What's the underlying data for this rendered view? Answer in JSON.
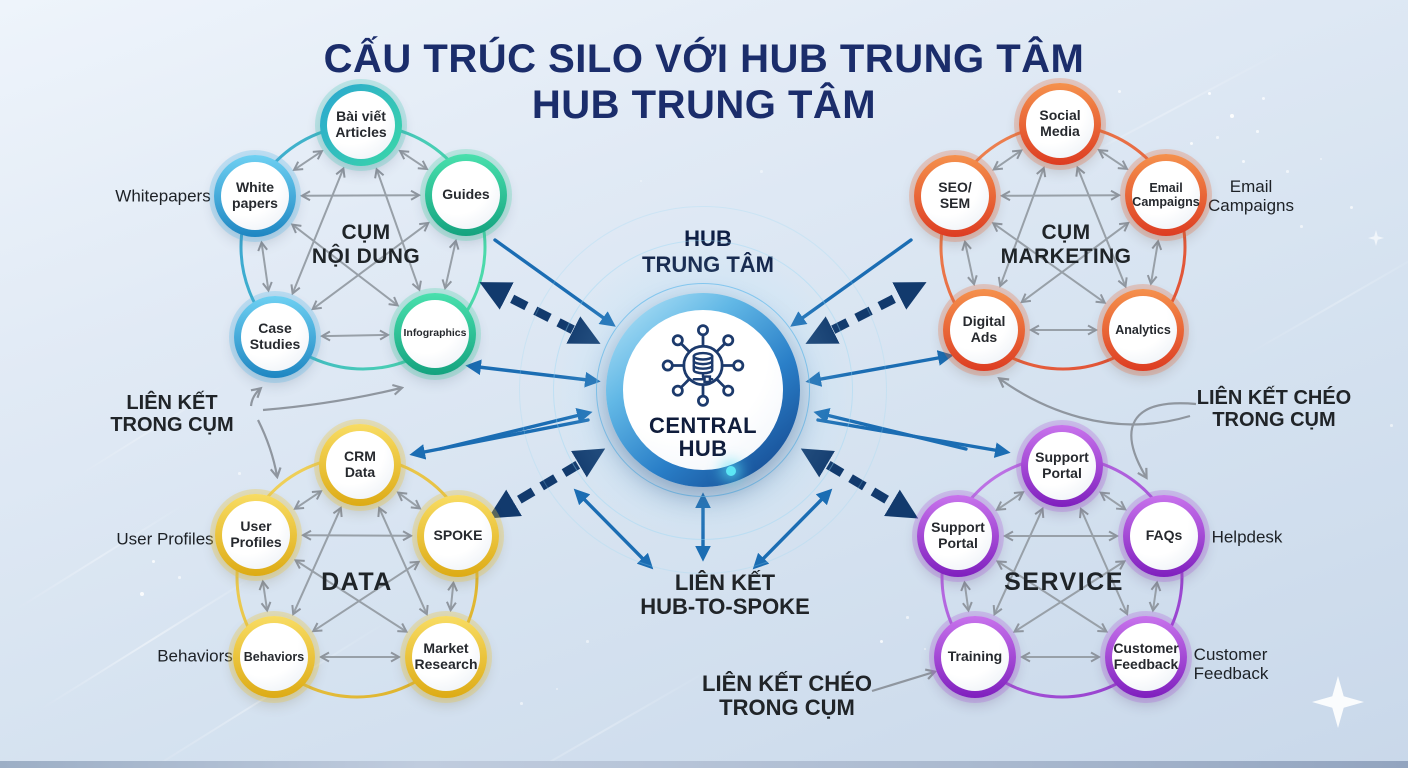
{
  "title": {
    "line1": "CẤU TRÚC SILO VỚI HUB TRUNG TÂM",
    "line2": "HUB TRUNG TÂM"
  },
  "hub": {
    "top_label_lines": [
      "HUB",
      "TRUNG TÂM"
    ],
    "center_label_lines": [
      "CENTRAL",
      "HUB"
    ],
    "icon": "hub-network-icon"
  },
  "clusters": [
    {
      "id": "content",
      "title_lines": [
        "CỤM",
        "NỘI DUNG"
      ],
      "accent": "#2fb3d6",
      "nodes": [
        {
          "lines": [
            "Bài viết",
            "Articles"
          ]
        },
        {
          "lines": [
            "Guides"
          ]
        },
        {
          "lines": [
            "Infographics"
          ]
        },
        {
          "lines": [
            "Case",
            "Studies"
          ]
        },
        {
          "lines": [
            "White",
            "papers"
          ]
        }
      ]
    },
    {
      "id": "marketing",
      "title_lines": [
        "CỤM",
        "MARKETING"
      ],
      "accent": "#e8542c",
      "nodes": [
        {
          "lines": [
            "Social",
            "Media"
          ]
        },
        {
          "lines": [
            "Email",
            "Campaigns"
          ]
        },
        {
          "lines": [
            "Analytics"
          ]
        },
        {
          "lines": [
            "Digital",
            "Ads"
          ]
        },
        {
          "lines": [
            "SEO/",
            "SEM"
          ]
        }
      ]
    },
    {
      "id": "data",
      "title_lines": [
        "DATA"
      ],
      "accent": "#e9c236",
      "nodes": [
        {
          "lines": [
            "CRM",
            "Data"
          ]
        },
        {
          "lines": [
            "SPOKE"
          ]
        },
        {
          "lines": [
            "Market",
            "Research"
          ]
        },
        {
          "lines": [
            "Behaviors"
          ]
        },
        {
          "lines": [
            "User",
            "Profiles"
          ]
        }
      ]
    },
    {
      "id": "service",
      "title_lines": [
        "SERVICE"
      ],
      "accent": "#9c3fd0",
      "nodes": [
        {
          "lines": [
            "Support",
            "Portal"
          ]
        },
        {
          "lines": [
            "FAQs"
          ]
        },
        {
          "lines": [
            "Customer",
            "Feedback"
          ]
        },
        {
          "lines": [
            "Training"
          ]
        },
        {
          "lines": [
            "Support",
            "Portal"
          ]
        }
      ]
    }
  ],
  "external_labels": [
    {
      "id": "whitepapers",
      "lines": [
        "Whitepapers"
      ]
    },
    {
      "id": "email-campaigns",
      "lines": [
        "Email",
        "Campaigns"
      ]
    },
    {
      "id": "user-profiles",
      "lines": [
        "User Profiles"
      ]
    },
    {
      "id": "behaviors",
      "lines": [
        "Behaviors"
      ]
    },
    {
      "id": "helpdesk",
      "lines": [
        "Helpdesk"
      ]
    },
    {
      "id": "customer-feedback",
      "lines": [
        "Customer",
        "Feedback"
      ]
    }
  ],
  "annotations": [
    {
      "id": "intra-cluster-links",
      "lines": [
        "LIÊN KẾT",
        "TRONG CỤM"
      ]
    },
    {
      "id": "cross-links-right",
      "lines": [
        "LIÊN KẾT CHÉO",
        "TRONG CỤM"
      ]
    },
    {
      "id": "hub-to-spoke-links",
      "lines": [
        "LIÊN KẾT",
        "HUB-TO-SPOKE"
      ]
    },
    {
      "id": "cross-links-bottom",
      "lines": [
        "LIÊN KẾT CHÉO",
        "TRONG CỤM"
      ]
    }
  ],
  "colors": {
    "title": "#1b2d6b",
    "arrow_solid": "#1b6db3",
    "arrow_dashed": "#123a6d",
    "arrow_gray": "#8f969f",
    "content_ring": "#2fb3d6",
    "marketing_ring": "#e8542c",
    "data_ring": "#e9c236",
    "service_ring": "#9c3fd0",
    "hub_ring_dark": "#113e85"
  }
}
